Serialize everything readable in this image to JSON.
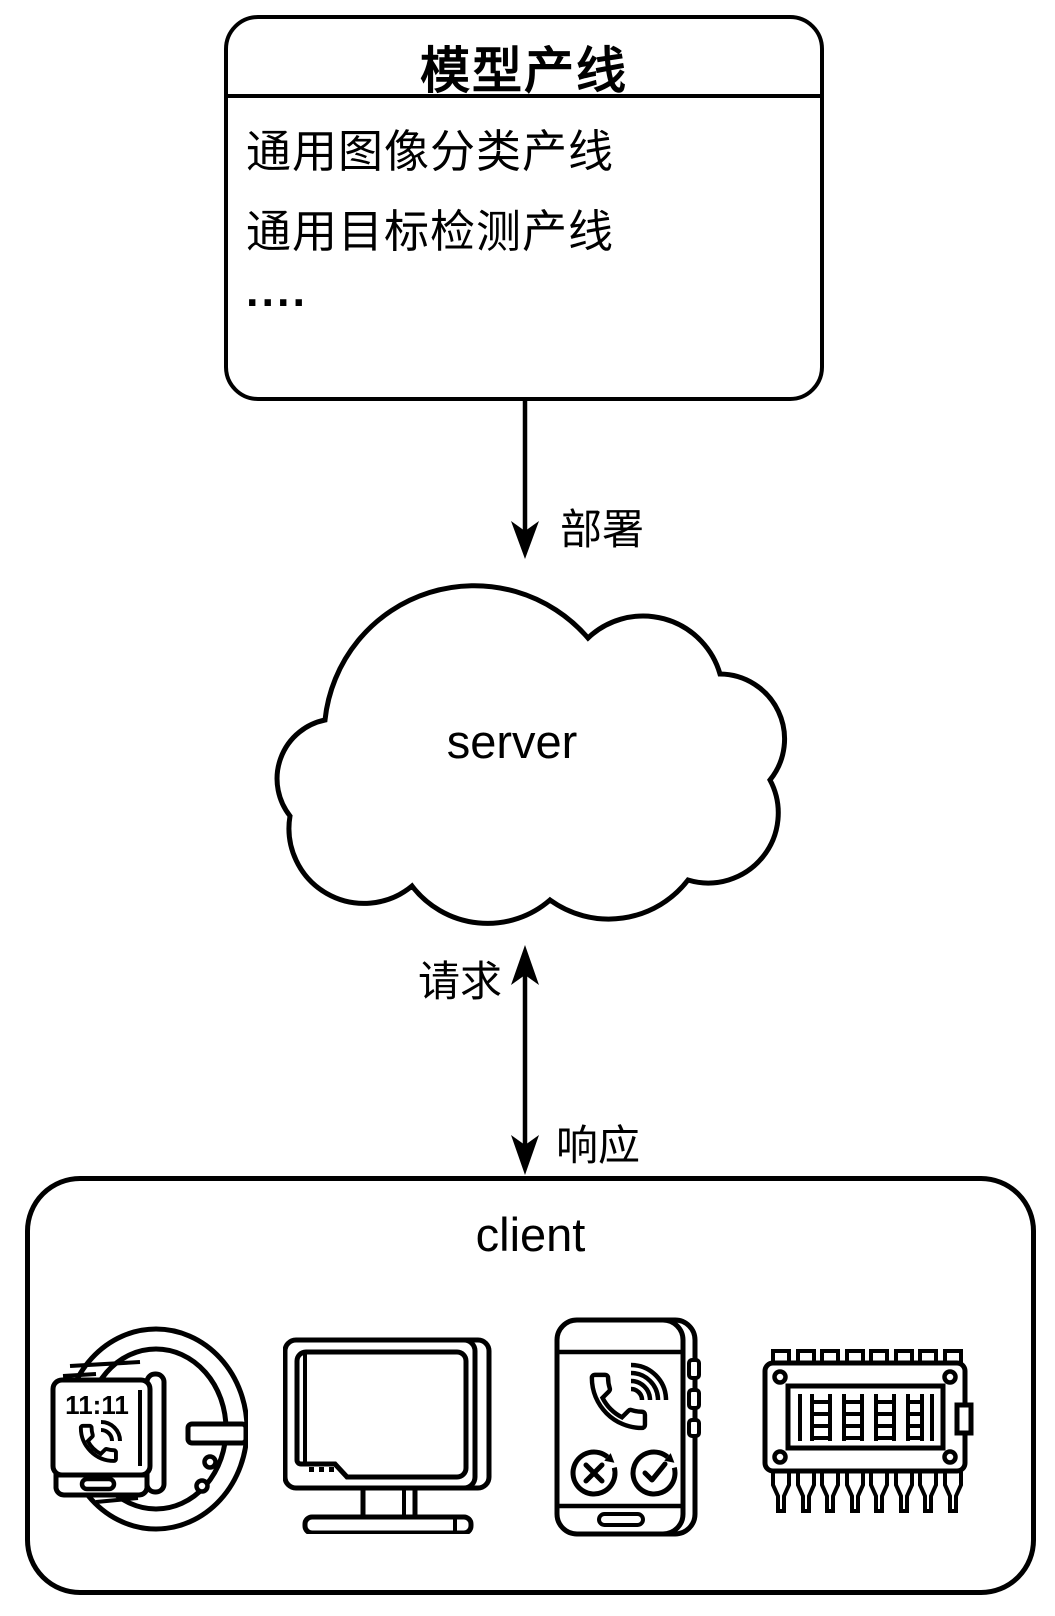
{
  "colors": {
    "line": "#000000",
    "background": "#ffffff"
  },
  "pipeline_box": {
    "title": "模型产线",
    "items": [
      "通用图像分类产线",
      "通用目标检测产线",
      "...."
    ]
  },
  "deploy": {
    "label": "部署"
  },
  "server": {
    "label": "server"
  },
  "client": {
    "title": "client",
    "request_label": "请求",
    "response_label": "响应",
    "devices": [
      {
        "name": "smartwatch",
        "screen_time": "11:11"
      },
      {
        "name": "desktop-monitor"
      },
      {
        "name": "smartphone"
      },
      {
        "name": "embedded-chip"
      }
    ]
  }
}
